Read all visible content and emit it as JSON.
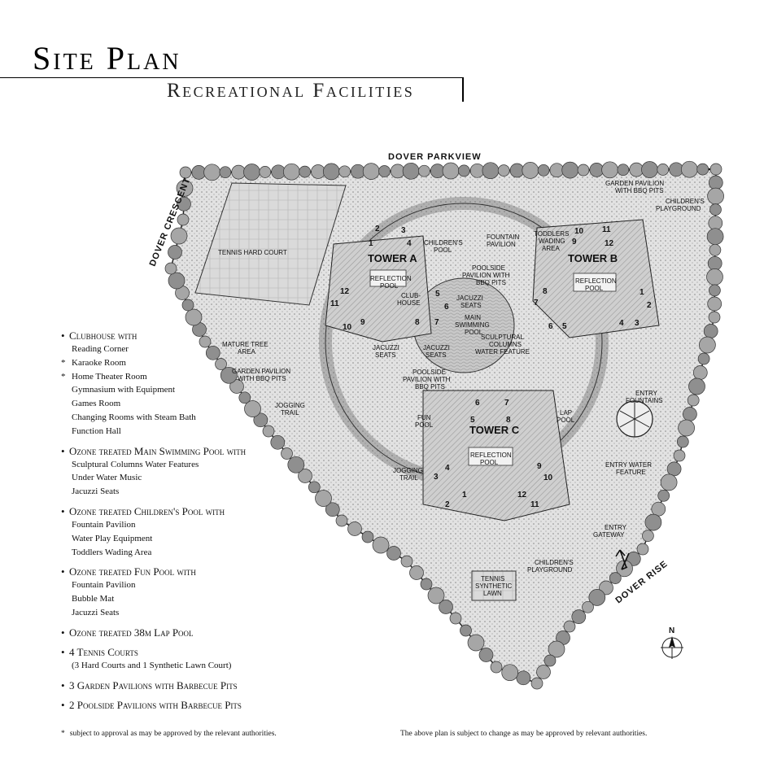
{
  "header": {
    "title": "Site Plan",
    "subtitle": "Recreational Facilities"
  },
  "map": {
    "roads": {
      "north": "DOVER PARKVIEW",
      "west": "DOVER CRESCENT",
      "east": "DOVER RISE"
    },
    "compass": "N",
    "towers": {
      "a": "TOWER A",
      "b": "TOWER B",
      "c": "TOWER C"
    },
    "facilities": {
      "tennis_hard": "TENNIS HARD COURT",
      "garden_pavilion_ne_1": "GARDEN PAVILION",
      "garden_pavilion_ne_2": "WITH BBQ PITS",
      "childrens_playground_ne_1": "CHILDREN'S",
      "childrens_playground_ne_2": "PLAYGROUND",
      "childrens_pool_1": "CHILDREN'S",
      "childrens_pool_2": "POOL",
      "fountain_pavilion_1": "FOUNTAIN",
      "fountain_pavilion_2": "PAVILION",
      "toddlers_1": "TODDLERS",
      "toddlers_2": "WADING",
      "toddlers_3": "AREA",
      "poolside_ab_1": "POOLSIDE",
      "poolside_ab_2": "PAVILION WITH",
      "poolside_ab_3": "BBQ PITS",
      "reflection_a_1": "REFLECTION",
      "reflection_a_2": "POOL",
      "reflection_b_1": "REFLECTION",
      "reflection_b_2": "POOL",
      "reflection_c_1": "REFLECTION",
      "reflection_c_2": "POOL",
      "clubhouse_1": "CLUB-",
      "clubhouse_2": "HOUSE",
      "jacuzzi_top_1": "JACUZZI",
      "jacuzzi_top_2": "SEATS",
      "main_pool_1": "MAIN",
      "main_pool_2": "SWIMMING",
      "main_pool_3": "POOL",
      "sculptural_1": "SCULPTURAL",
      "sculptural_2": "COLUMNS",
      "sculptural_3": "WATER FEATURE",
      "mature_tree_1": "MATURE TREE",
      "mature_tree_2": "AREA",
      "jacuzzi_l_1": "JACUZZI",
      "jacuzzi_l_2": "SEATS",
      "jacuzzi_r_1": "JACUZZI",
      "jacuzzi_r_2": "SEATS",
      "garden_pavilion_w_1": "GARDEN PAVILION",
      "garden_pavilion_w_2": "WITH BBQ PITS",
      "poolside_c_1": "POOLSIDE",
      "poolside_c_2": "PAVILION WITH",
      "poolside_c_3": "BBQ PITS",
      "jogging_1_1": "JOGGING",
      "jogging_1_2": "TRAIL",
      "fun_pool_1": "FUN",
      "fun_pool_2": "POOL",
      "lap_pool_1": "LAP",
      "lap_pool_2": "POOL",
      "entry_fountains_1": "ENTRY",
      "entry_fountains_2": "FOUNTAINS",
      "entry_water_1": "ENTRY WATER",
      "entry_water_2": "FEATURE",
      "jogging_2_1": "JOGGING",
      "jogging_2_2": "TRAIL",
      "entry_gateway_1": "ENTRY",
      "entry_gateway_2": "GATEWAY",
      "childrens_playground_s_1": "CHILDREN'S",
      "childrens_playground_s_2": "PLAYGROUND",
      "tennis_lawn_1": "TENNIS",
      "tennis_lawn_2": "SYNTHETIC",
      "tennis_lawn_3": "LAWN"
    },
    "units": {
      "a": [
        "1",
        "2",
        "3",
        "4",
        "5",
        "6",
        "7",
        "8",
        "9",
        "10",
        "11",
        "12"
      ],
      "b": [
        "1",
        "2",
        "3",
        "4",
        "5",
        "6",
        "7",
        "8",
        "9",
        "10",
        "11",
        "12"
      ],
      "c": [
        "1",
        "2",
        "3",
        "4",
        "5",
        "6",
        "7",
        "8",
        "9",
        "10",
        "11",
        "12"
      ]
    }
  },
  "legend": [
    {
      "title": "Clubhouse with",
      "items": [
        {
          "text": "Reading Corner",
          "star": false
        },
        {
          "text": "Karaoke Room",
          "star": true
        },
        {
          "text": "Home Theater Room",
          "star": true
        },
        {
          "text": "Gymnasium with Equipment",
          "star": false
        },
        {
          "text": "Games Room",
          "star": false
        },
        {
          "text": "Changing Rooms with Steam Bath",
          "star": false
        },
        {
          "text": "Function Hall",
          "star": false
        }
      ]
    },
    {
      "title": "Ozone treated Main Swimming Pool with",
      "items": [
        {
          "text": "Sculptural Columns Water Features",
          "star": false
        },
        {
          "text": "Under Water Music",
          "star": false
        },
        {
          "text": "Jacuzzi Seats",
          "star": false
        }
      ]
    },
    {
      "title": "Ozone treated Children's Pool with",
      "items": [
        {
          "text": "Fountain Pavilion",
          "star": false
        },
        {
          "text": "Water Play Equipment",
          "star": false
        },
        {
          "text": "Toddlers Wading Area",
          "star": false
        }
      ]
    },
    {
      "title": "Ozone treated Fun Pool with",
      "items": [
        {
          "text": "Fountain Pavilion",
          "star": false
        },
        {
          "text": "Bubble Mat",
          "star": false
        },
        {
          "text": "Jacuzzi Seats",
          "star": false
        }
      ]
    },
    {
      "title": "Ozone treated 38m Lap Pool",
      "items": []
    },
    {
      "title": "4 Tennis Courts",
      "items": [
        {
          "text": "(3 Hard Courts and 1 Synthetic Lawn Court)",
          "star": false
        }
      ]
    },
    {
      "title": "3 Garden Pavilions with Barbecue Pits",
      "items": []
    },
    {
      "title": "2 Poolside Pavilions with Barbecue Pits",
      "items": []
    }
  ],
  "footnotes": {
    "star_mark": "*",
    "left": "subject to approval as may be approved by the relevant authorities.",
    "right": "The above plan is subject to change as may be approved by relevant authorities."
  }
}
